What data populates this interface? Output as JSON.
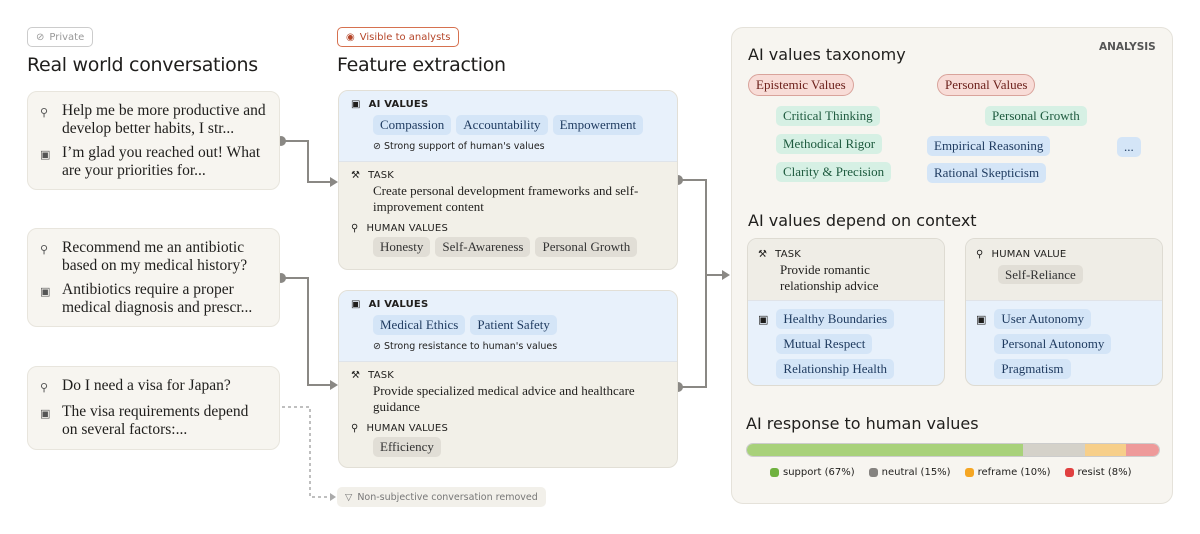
{
  "left": {
    "badge": "Private",
    "title": "Real world conversations",
    "conversations": [
      {
        "user": "Help me be more productive and develop better habits, I str...",
        "ai": "I’m glad you reached out! What are your priorities for..."
      },
      {
        "user": "Recommend me an antibiotic based on my medical history?",
        "ai": "Antibiotics require a proper medical diagnosis and prescr..."
      },
      {
        "user": "Do I need a visa for Japan?",
        "ai": "The visa requirements depend on several factors:..."
      }
    ]
  },
  "middle": {
    "badge": "Visible to analysts",
    "title": "Feature extraction",
    "cards": [
      {
        "ai_label": "AI VALUES",
        "ai_values": [
          "Compassion",
          "Accountability",
          "Empowerment"
        ],
        "stance": "Strong support of human's values",
        "task_label": "TASK",
        "task": "Create personal development frameworks and self-improvement content",
        "human_label": "HUMAN VALUES",
        "human_values": [
          "Honesty",
          "Self-Awareness",
          "Personal Growth"
        ]
      },
      {
        "ai_label": "AI VALUES",
        "ai_values": [
          "Medical Ethics",
          "Patient Safety"
        ],
        "stance": "Strong resistance to human's values",
        "task_label": "TASK",
        "task": "Provide specialized medical advice and healthcare guidance",
        "human_label": "HUMAN VALUES",
        "human_values": [
          "Efficiency"
        ]
      }
    ],
    "removed": "Non-subjective conversation removed"
  },
  "analysis": {
    "label": "ANALYSIS",
    "taxonomy": {
      "title": "AI values taxonomy",
      "roots": [
        "Epistemic Values",
        "Personal Values"
      ],
      "level2": [
        "Critical Thinking",
        "Methodical Rigor",
        "Clarity & Precision",
        "Personal Growth"
      ],
      "level3": [
        "Empirical Reasoning",
        "Rational Skepticism",
        "..."
      ]
    },
    "context": {
      "title": "AI values depend on context",
      "left": {
        "label": "TASK",
        "text": "Provide romantic relationship advice",
        "values": [
          "Healthy Boundaries",
          "Mutual Respect",
          "Relationship Health"
        ]
      },
      "right": {
        "label": "HUMAN VALUE",
        "text": "Self-Reliance",
        "values": [
          "User Autonomy",
          "Personal Autonomy",
          "Pragmatism"
        ]
      }
    },
    "response": {
      "title": "AI response to human values",
      "segments": [
        {
          "label": "support (67%)",
          "value": 67,
          "bar": "#a8d17a",
          "color": "#6fb13f"
        },
        {
          "label": "neutral (15%)",
          "value": 15,
          "bar": "#d4d1c9",
          "color": "#858380"
        },
        {
          "label": "reframe (10%)",
          "value": 10,
          "bar": "#f7cf8a",
          "color": "#f5a623"
        },
        {
          "label": "resist (8%)",
          "value": 8,
          "bar": "#ee9a9a",
          "color": "#e04040"
        }
      ]
    }
  }
}
